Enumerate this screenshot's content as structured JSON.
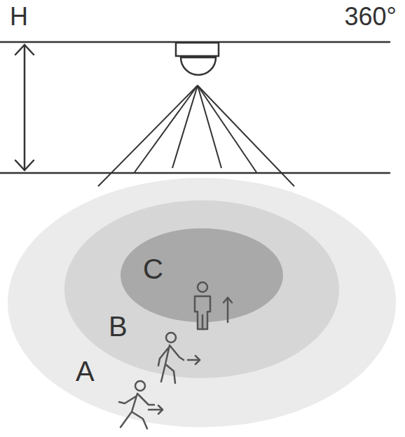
{
  "diagram": {
    "nodes": [
      {
        "text": [
          "A"
        ]
      },
      {
        "text": [
          "B"
        ],
        "in": 0
      },
      {
        "text": [
          "C"
        ],
        "in": 1
      }
    ],
    "labels": [
      "H",
      "360°"
    ]
  }
}
